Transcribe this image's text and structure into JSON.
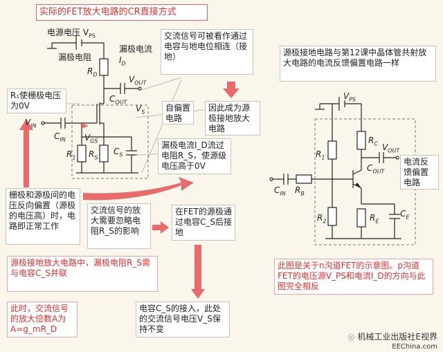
{
  "title": "实际的FET放大电路的CR直接方式",
  "left_labels": {
    "supply": "电源电压 V",
    "supply_sub": "PS",
    "drain_resistor": "漏极电阻",
    "drain_current": "漏极电流",
    "rd": "R",
    "rd_sub": "D",
    "id": "I",
    "id_sub": "D",
    "vout": "V",
    "vout_sub": "OUT",
    "cout": "C",
    "cout_sub": "OUT",
    "vs": "V",
    "vs_sub": "S",
    "vin": "V",
    "vin_sub": "IN",
    "cin": "C",
    "cin_sub": "IN",
    "vgs": "V",
    "vgs_sub": "GS",
    "r1": "R",
    "r1_sub": "1",
    "rs": "R",
    "rs_sub": "S",
    "cs": "C",
    "cs_sub": "S"
  },
  "notes": {
    "ac_ground": "交流信号可被看作通过电容与地电位相连（接地）",
    "r1_gate": "R₁使栅极电压为0V",
    "self_bias": "自偏置电路",
    "source_ground": "因此成为源极接地放大电路",
    "drain_current_rs": "漏极电流I_D流过电阻R_S，使源级电压高于0V",
    "reverse_bias": "栅极和源极间的电压反向偏置（源极的电压高）时，电路即正常工作",
    "ac_ignore_rs": "交流信号的放大需要忽略电阻R_S的影响",
    "cs_ground": "在FET的源极通过电容C_S后接地",
    "parallel": "源极接地放大电路中，漏极电阻R_S需与电容C_S并联",
    "cs_effect": "电容C_S的接入，此处的交流信号电压V_S保持不变",
    "gain": "此时，交流信号的放大倍数A为A=g_mR_D",
    "bjt_similar": "源极接地电路与第12课中晶体管共射放大电路的电流反馈偏置电路一样",
    "current_feedback": "电流反馈偏置电路",
    "n_channel": "此图是关于n沟道FET的示意图。p沟道FET的电压源V_PS和电流I_D的方向与此图完全相反"
  },
  "right_labels": {
    "vps": "V",
    "vps_sub": "PS",
    "r1": "R",
    "r1_sub": "1",
    "rc": "R",
    "rc_sub": "C",
    "vout": "V",
    "vout_sub": "OUT",
    "cout": "C",
    "cout_sub": "OUT",
    "cin": "C",
    "cin_sub": "IN",
    "rb": "R",
    "rb_sub": "B",
    "r2": "R",
    "r2_sub": "2",
    "re": "R",
    "re_sub": "E",
    "ce": "C",
    "ce_sub": "E"
  },
  "footer": "机械工业出版社E视界",
  "site": "EEChina.com",
  "colors": {
    "accent_red": "#e03030",
    "arrow": "#e86a6a",
    "box_border": "#c9c3b6"
  }
}
